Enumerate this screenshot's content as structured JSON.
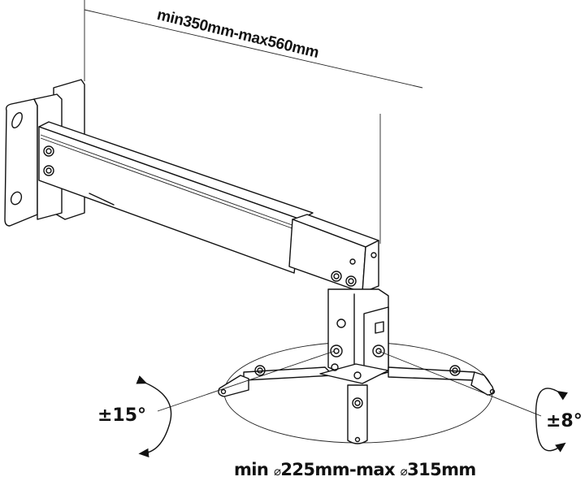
{
  "diagram": {
    "subject": "projector wall mount bracket",
    "labels": {
      "arm_length": "min350mm-max560mm",
      "plate_diameter_min_prefix": "min",
      "plate_diameter_symbol": "⌀",
      "plate_diameter_min": "225mm-max",
      "plate_diameter_max": "315mm",
      "tilt_angle": "±15°",
      "swivel_angle": "±8°"
    },
    "colors": {
      "line": "#111111",
      "background": "#ffffff"
    },
    "parts": [
      "wall-plate",
      "telescopic-arm",
      "inner-arm",
      "tilt-joint",
      "spider-mount",
      "mounting-ellipse",
      "tilt-arrow",
      "swivel-arrow"
    ]
  }
}
